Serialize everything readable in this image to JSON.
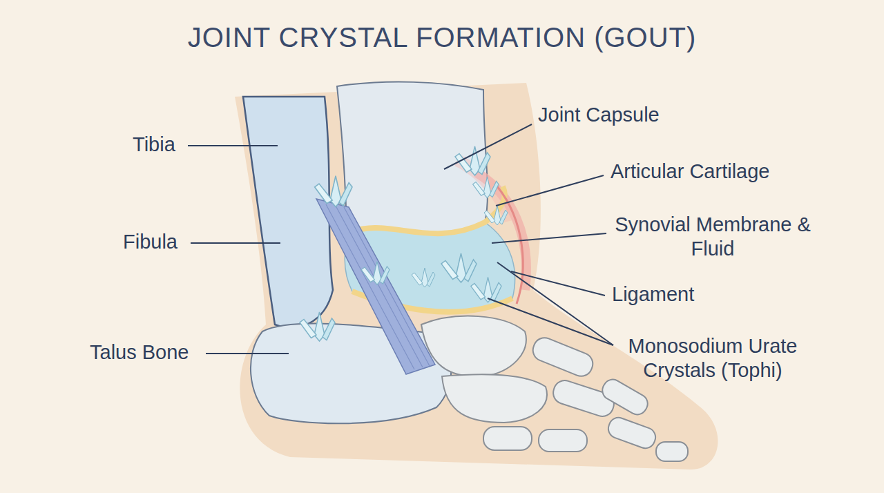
{
  "diagram": {
    "title": "JOINT CRYSTAL FORMATION (GOUT)",
    "labels": [
      "Tibia",
      "Fibula",
      "Talus Bone",
      "Joint Capsule",
      "Articular Cartilage",
      "Synovial Membrane & Fluid",
      "Ligament",
      "Monosodium Urate Crystals (Tophi)"
    ]
  }
}
